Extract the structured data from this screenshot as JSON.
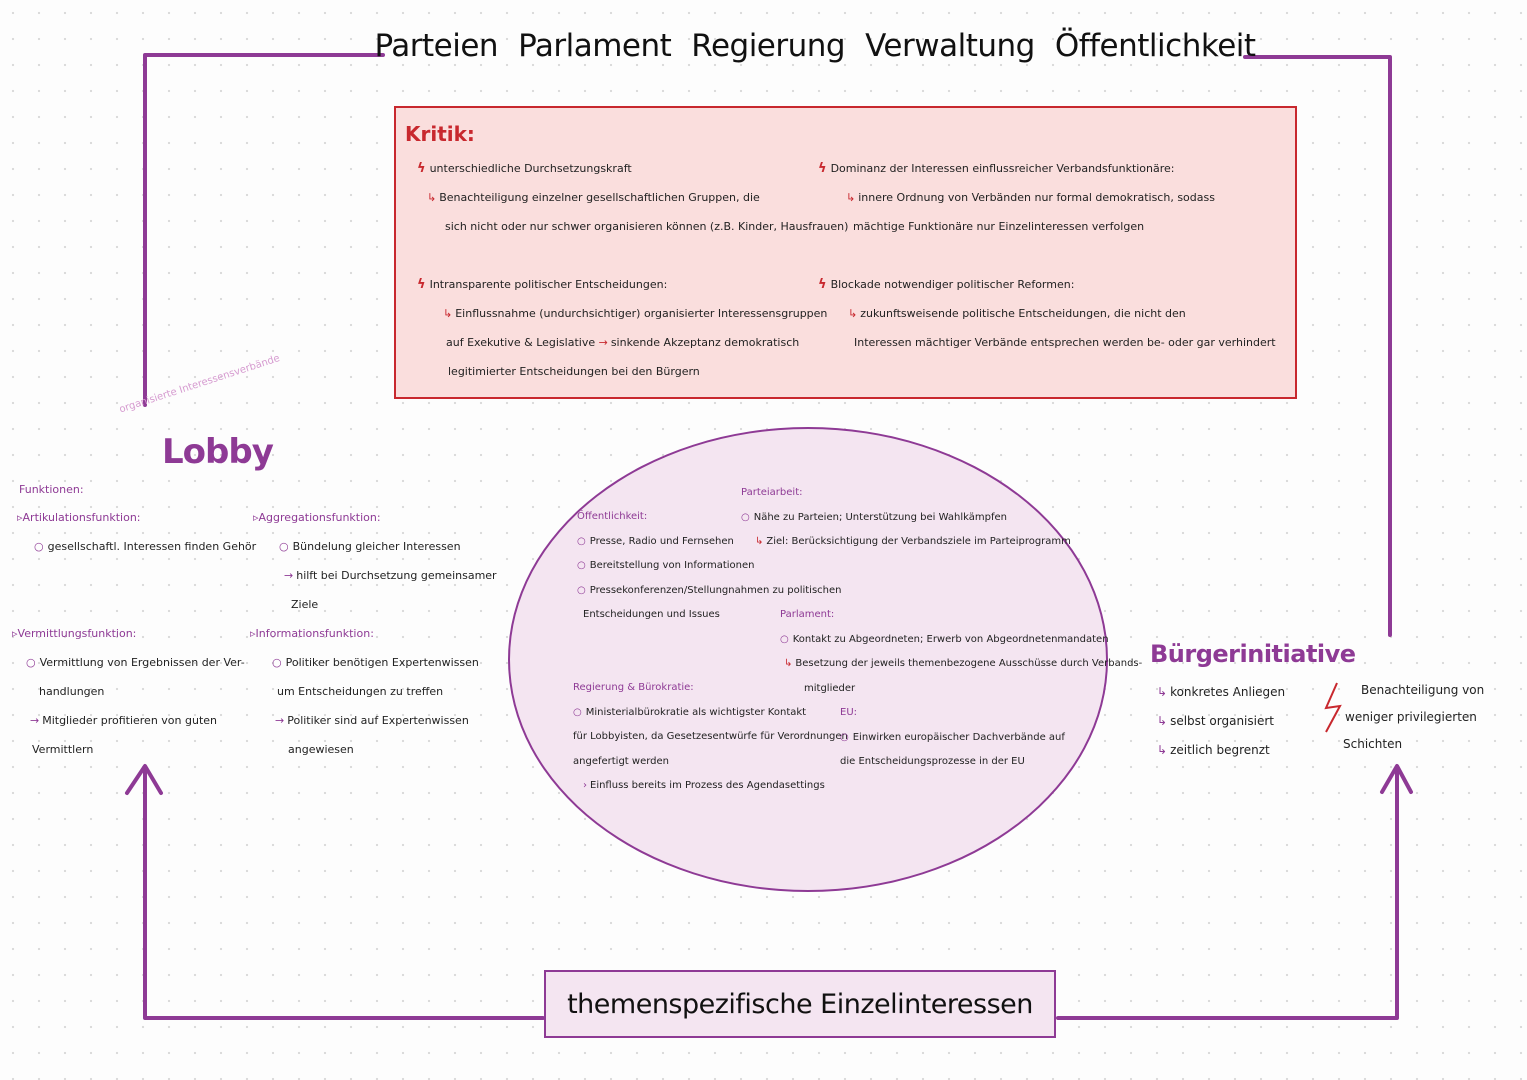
{
  "header": {
    "items": [
      "Parteien",
      "Parlament",
      "Regierung",
      "Verwaltung",
      "Öffentlichkeit"
    ]
  },
  "colors": {
    "accent": "#8e3a95",
    "critique": "#c8282e",
    "critique_bg": "#fadedd",
    "oval_bg": "#f4e5f1"
  },
  "kritik": {
    "title": "Kritik:",
    "col1": {
      "p1_head": "unterschiedliche Durchsetzungskraft",
      "p1_l1": "Benachteiligung einzelner gesellschaftlichen Gruppen, die",
      "p1_l2": "sich nicht oder nur schwer organisieren können (z.B. Kinder, Hausfrauen)",
      "p2_head": "Intransparente politischer Entscheidungen:",
      "p2_l1": "Einflussnahme (undurchsichtiger) organisierter Interessensgruppen",
      "p2_l2a": "auf Exekutive & Legislative",
      "p2_l2b": "sinkende Akzeptanz demokratisch",
      "p2_l3": "legitimierter Entscheidungen bei den Bürgern"
    },
    "col2": {
      "p1_head": "Dominanz der Interessen einflussreicher Verbandsfunktionäre:",
      "p1_l1": "innere Ordnung von Verbänden nur formal demokratisch, sodass",
      "p1_l2": "mächtige Funktionäre nur Einzelinteressen verfolgen",
      "p2_head": "Blockade notwendiger politischer Reformen:",
      "p2_l1": "zukunftsweisende politische Entscheidungen, die nicht den",
      "p2_l2": "Interessen mächtiger Verbände entsprechen werden be- oder gar verhindert"
    }
  },
  "lobby": {
    "title": "Lobby",
    "subtitle": "organisierte Interessensverbände",
    "functions_label": "Funktionen:",
    "artikulation": {
      "head": "Artikulationsfunktion:",
      "l1": "gesellschaftl. Interessen finden Gehör"
    },
    "aggregation": {
      "head": "Aggregationsfunktion:",
      "l1": "Bündelung gleicher Interessen",
      "l2": "hilft bei Durchsetzung gemeinsamer",
      "l3": "Ziele"
    },
    "vermittlung": {
      "head": "Vermittlungsfunktion:",
      "l1": "Vermittlung von Ergebnissen der Ver-",
      "l2": "handlungen",
      "l3": "Mitglieder profitieren von guten",
      "l4": "Vermittlern"
    },
    "information": {
      "head": "Informationsfunktion:",
      "l1": "Politiker benötigen Expertenwissen",
      "l2": "um Entscheidungen zu treffen",
      "l3": "Politiker sind auf Expertenwissen",
      "l4": "angewiesen"
    }
  },
  "oval": {
    "parteiarbeit": {
      "head": "Parteiarbeit:",
      "l1": "Nähe zu Parteien; Unterstützung bei Wahlkämpfen",
      "l2": "Ziel: Berücksichtigung der Verbandsziele im Parteiprogramm"
    },
    "oeffentlichkeit": {
      "head": "Öffentlichkeit:",
      "l1": "Presse, Radio und Fernsehen",
      "l2": "Bereitstellung von Informationen",
      "l3": "Pressekonferenzen/Stellungnahmen zu politischen",
      "l4": "Entscheidungen und Issues"
    },
    "parlament": {
      "head": "Parlament:",
      "l1": "Kontakt zu Abgeordneten; Erwerb von Abgeordnetenmandaten",
      "l2": "Besetzung der jeweils themenbezogene Ausschüsse durch Verbands-",
      "l3": "mitglieder"
    },
    "regierung": {
      "head": "Regierung & Bürokratie:",
      "l1": "Ministerialbürokratie als wichtigster Kontakt",
      "l2": "für Lobbyisten, da Gesetzesentwürfe für Verordnungen",
      "l3": "angefertigt werden",
      "l4": "Einfluss bereits im Prozess des Agendasettings"
    },
    "eu": {
      "head": "EU:",
      "l1": "Einwirken europäischer Dachverbände auf",
      "l2": "die Entscheidungsprozesse in der EU"
    }
  },
  "buergerinitiative": {
    "title": "Bürgerinitiative",
    "l1": "konkretes Anliegen",
    "l2": "selbst organisiert",
    "l3": "zeitlich begrenzt",
    "note1": "Benachteiligung von",
    "note2": "weniger privilegierten",
    "note3": "Schichten"
  },
  "bottom": {
    "label": "themenspezifische Einzelinteressen"
  }
}
